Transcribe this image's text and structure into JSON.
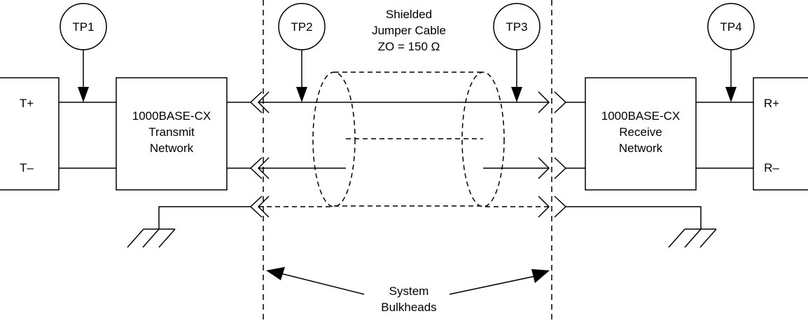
{
  "test_points": {
    "tp1": "TP1",
    "tp2": "TP2",
    "tp3": "TP3",
    "tp4": "TP4"
  },
  "transmitter": {
    "pos_label": "T+",
    "neg_label": "T–",
    "network_line1": "1000BASE-CX",
    "network_line2": "Transmit",
    "network_line3": "Network"
  },
  "receiver": {
    "pos_label": "R+",
    "neg_label": "R–",
    "network_line1": "1000BASE-CX",
    "network_line2": "Receive",
    "network_line3": "Network"
  },
  "cable": {
    "line1": "Shielded",
    "line2": "Jumper Cable",
    "line3": "ZO = 150 Ω"
  },
  "bulkheads": {
    "line1": "System",
    "line2": "Bulkheads"
  }
}
